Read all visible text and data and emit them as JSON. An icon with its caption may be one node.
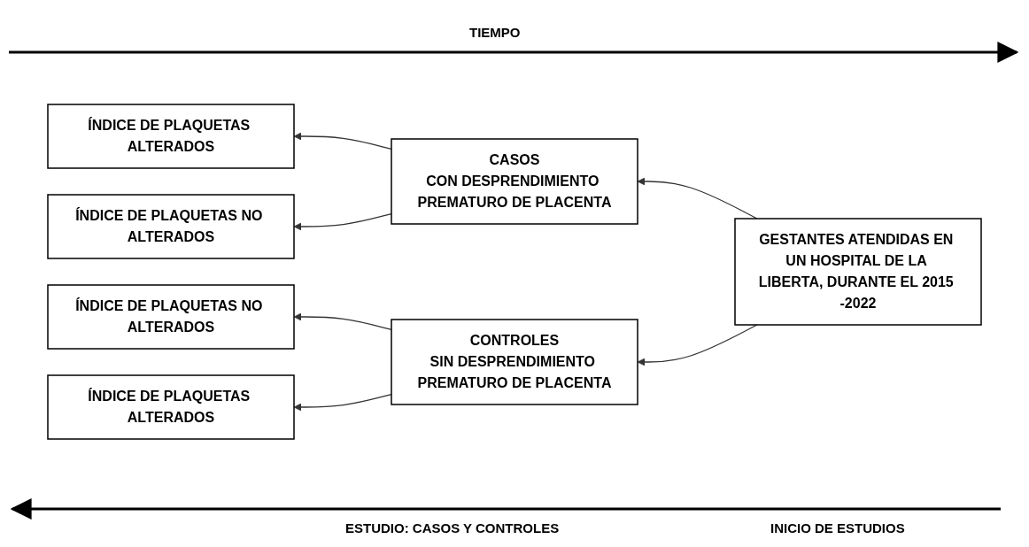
{
  "diagram": {
    "nodes": [
      {
        "text": [
          "ÍNDICE DE PLAQUETAS ALTERADOS"
        ]
      },
      {
        "text": [
          "CASOS",
          "CON DESPRENDIMIENTO PREMATURO DE PLACENTA"
        ]
      },
      {
        "text": [
          "ÍNDICE DE PLAQUETAS NO ALTERADOS"
        ]
      },
      {
        "text": [
          "ÍNDICE DE PLAQUETAS NO ALTERADOS"
        ]
      },
      {
        "text": [
          "CONTROLES",
          "SIN DESPRENDIMIENTO PREMATURO DE PLACENTA"
        ]
      },
      {
        "text": [
          "ÍNDICE DE PLAQUETAS ALTERADOS"
        ]
      },
      {
        "text": [
          "GESTANTES ATENDIDAS EN UN HOSPITAL DE LA LIBERTA, DURANTE EL 2015 -2022"
        ]
      }
    ],
    "edges": [
      {
        "from": 6,
        "to": 1,
        "arrow": "to"
      },
      {
        "from": 6,
        "to": 4,
        "arrow": "to"
      },
      {
        "from": 1,
        "to": 0,
        "arrow": "to"
      },
      {
        "from": 1,
        "to": 2,
        "arrow": "to"
      },
      {
        "from": 4,
        "to": 3,
        "arrow": "to"
      },
      {
        "from": 4,
        "to": 5,
        "arrow": "to"
      }
    ],
    "labels": [
      "TIEMPO",
      "ESTUDIO: CASOS Y CONTROLES",
      "INICIO DE ESTUDIOS"
    ]
  }
}
